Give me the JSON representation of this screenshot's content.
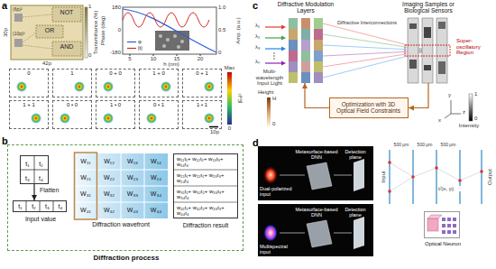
{
  "diagram": {
    "nodes": [
      {
        "text": [
          "0"
        ]
      },
      {
        "text": [
          "1"
        ]
      },
      {
        "text": [
          "0 + 0"
        ]
      },
      {
        "text": [
          "1 + 0"
        ]
      },
      {
        "text": [
          "0 + 1"
        ]
      },
      {
        "text": [
          "1 + 1"
        ]
      },
      {
        "text": [
          "0 • 0"
        ]
      },
      {
        "text": [
          "1 • 0"
        ]
      },
      {
        "text": [
          "0 • 1"
        ]
      },
      {
        "text": [
          "1 • 1"
        ]
      },
      {
        "text": [
          "Diffraction process"
        ]
      },
      {
        "text": [
          "t₁",
          "t₂",
          "t₃",
          "t₄"
        ],
        "in": 10
      },
      {
        "text": [
          "t₁",
          "t₂",
          "t₃",
          "t₄",
          "Input value"
        ],
        "in": 10
      },
      {
        "text": [
          "W₁₁",
          "W₁₂",
          "W₁₃",
          "W₁₄",
          "W₂₁",
          "W₂₂",
          "W₂₃",
          "W₂₄",
          "W₃₁",
          "W₃₂",
          "W₃₃",
          "W₃₄",
          "W₄₁",
          "W₄₂",
          "W₄₃",
          "W₄₄",
          "Diffraction wavefront"
        ],
        "in": 10
      },
      {
        "text": [
          "w₁₁t₁+ w₁₂t₂+ w₁₃t₃+ w₁₄t₄",
          "w₂₁t₁+ w₂₂t₂+ w₂₃t₃+ w₂₄t₄",
          "w₃₁t₁+ w₃₂t₂+ w₃₃t₃+ w₃₄t₄",
          "w₄₁t₁+ w₄₂t₂+ w₄₃t₃+ w₄₄t₄",
          "Diffraction result"
        ],
        "in": 10
      },
      {
        "text": [
          "Diffractive Modulation Layers"
        ]
      },
      {
        "text": [
          "Imaging Samples or Biological Sensors"
        ]
      },
      {
        "text": [
          "Optimization with 3D Optical Field Constraints"
        ]
      },
      {
        "text": [
          "Dual-polarized input",
          "Metasurface-based DNN",
          "Detection plane"
        ]
      },
      {
        "text": [
          "Multispectral input",
          "Metasurface-based DNN",
          "Detection plane"
        ]
      },
      {
        "text": [
          "Optical Neuron"
        ]
      }
    ],
    "edges": [
      {
        "from": 11,
        "to": 12,
        "label": "Flatten",
        "arrow": "to"
      },
      {
        "from": 16,
        "to": 17,
        "arrow": "to"
      },
      {
        "from": 17,
        "to": 15,
        "arrow": "to"
      }
    ],
    "labels": [
      "a",
      "30p",
      "(6p)²",
      "(10p)²",
      "NOT",
      "OR",
      "AND",
      "42p",
      "1",
      "0",
      "Transmittance (%)",
      "Phase (deg)",
      "180",
      "0",
      "-180",
      "1.0",
      "0.5",
      "0",
      "Amp. (a.u.)",
      "5",
      "10",
      "15",
      "20",
      "h (nm)",
      "Max",
      "0",
      "|Eₓ|²",
      "10p",
      "b",
      "c",
      "λ₁",
      "λ₂",
      "λ₃",
      "λₙ",
      "Multi-wavelength Input Light",
      "Diffractive Interconnections",
      "Super-oscillatory Region",
      "Height",
      "H",
      "0",
      "Intensity",
      "1",
      "0",
      "x",
      "y",
      "z",
      "d",
      "Input",
      "Output",
      "500 μm",
      "500 μm",
      "500 μm",
      "tᵢˡ(xᵢ, yᵢ)"
    ],
    "legend": [
      {
        "text": "φ"
      },
      {
        "text": "|t|"
      }
    ]
  }
}
